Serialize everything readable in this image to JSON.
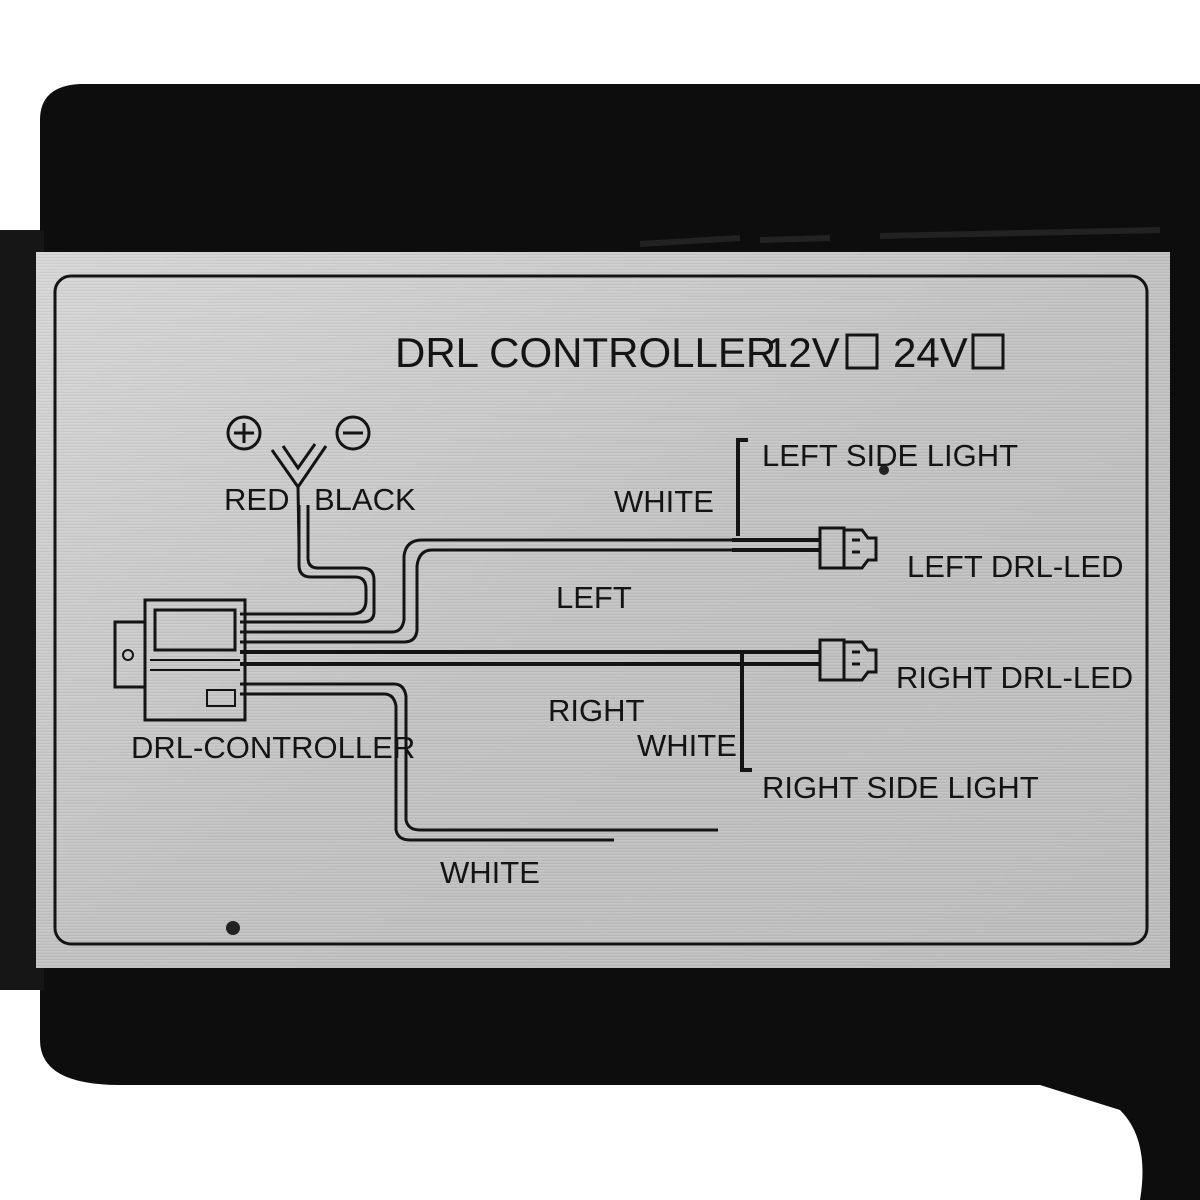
{
  "title": {
    "text": "DRL CONTROLLER",
    "v12": "12V",
    "v24": "24V"
  },
  "power": {
    "plus": "+",
    "minus": "−",
    "red": "RED",
    "black": "BLACK"
  },
  "controller": {
    "label": "DRL-CONTROLLER"
  },
  "left": {
    "wire": "LEFT",
    "white": "WHITE",
    "side_light": "LEFT SIDE LIGHT",
    "drl_led": "LEFT DRL-LED"
  },
  "right": {
    "wire": "RIGHT",
    "white": "WHITE",
    "side_light": "RIGHT SIDE LIGHT",
    "drl_led": "RIGHT DRL-LED"
  },
  "bottom": {
    "white": "WHITE"
  },
  "colors": {
    "housing": "#0d0d0d",
    "plate": "#c8c8c8",
    "ink": "#141414"
  }
}
